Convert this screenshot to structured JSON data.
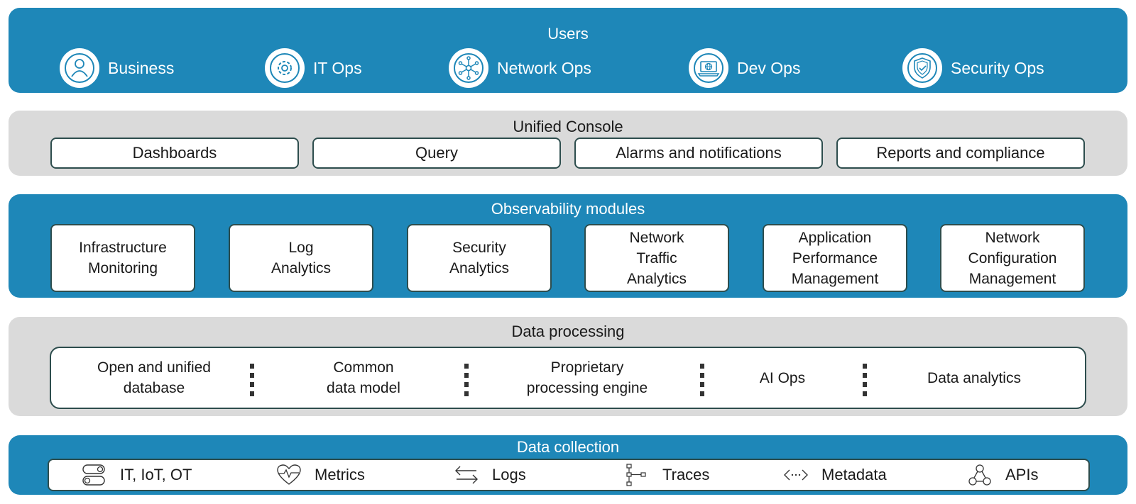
{
  "users": {
    "title": "Users",
    "items": [
      {
        "label": "Business",
        "icon": "person-icon"
      },
      {
        "label": "IT Ops",
        "icon": "gear-icon"
      },
      {
        "label": "Network Ops",
        "icon": "network-hub-icon"
      },
      {
        "label": "Dev Ops",
        "icon": "laptop-globe-icon"
      },
      {
        "label": "Security Ops",
        "icon": "shield-check-icon"
      }
    ]
  },
  "console": {
    "title": "Unified Console",
    "items": [
      "Dashboards",
      "Query",
      "Alarms and notifications",
      "Reports and compliance"
    ]
  },
  "observability": {
    "title": "Observability modules",
    "items": [
      "Infrastructure\nMonitoring",
      "Log\nAnalytics",
      "Security\nAnalytics",
      "Network\nTraffic\nAnalytics",
      "Application\nPerformance\nManagement",
      "Network\nConfiguration\nManagement"
    ]
  },
  "processing": {
    "title": "Data processing",
    "items": [
      "Open and unified\ndatabase",
      "Common\ndata model",
      "Proprietary\nprocessing engine",
      "AI Ops",
      "Data analytics"
    ]
  },
  "collection": {
    "title": "Data collection",
    "items": [
      {
        "label": "IT, IoT, OT",
        "icon": "toggle-switches-icon"
      },
      {
        "label": "Metrics",
        "icon": "heart-pulse-icon"
      },
      {
        "label": "Logs",
        "icon": "arrows-exchange-icon"
      },
      {
        "label": "Traces",
        "icon": "trace-tree-icon"
      },
      {
        "label": "Metadata",
        "icon": "code-brackets-icon"
      },
      {
        "label": "APIs",
        "icon": "api-nodes-icon"
      }
    ]
  },
  "colors": {
    "layer_blue": "#1e87b8",
    "layer_grey": "#dadada",
    "box_border": "#2d4d4d",
    "icon_stroke": "#1e87b8"
  }
}
